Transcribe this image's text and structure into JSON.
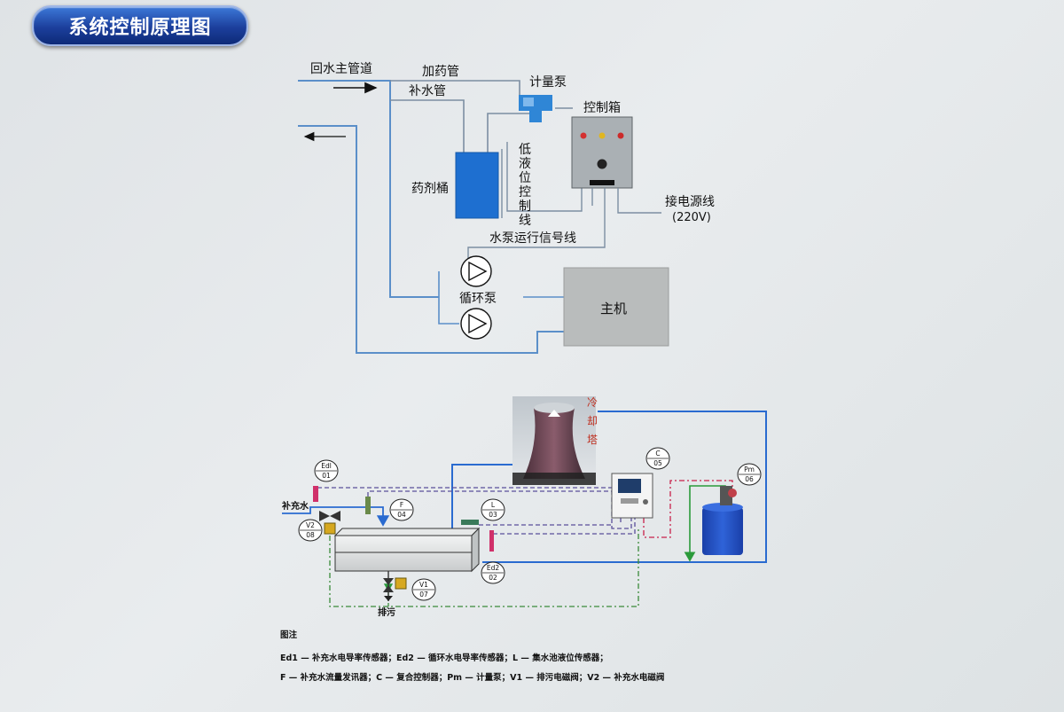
{
  "header": {
    "title": "系统控制原理图"
  },
  "top": {
    "return_main": "回水主管道",
    "dosing_pipe": "加药管",
    "makeup_pipe": "补水管",
    "metering_pump": "计量泵",
    "control_box": "控制箱",
    "chem_tank": "药剂桶",
    "low_level_line": [
      "低",
      "液",
      "位",
      "控",
      "制",
      "线"
    ],
    "power_line": "接电源线",
    "voltage": "(220V)",
    "pump_signal": "水泵运行信号线",
    "circ_pump": "循环泵",
    "host": "主机",
    "colors": {
      "pipe": "#5b8fc9",
      "control": "#7c8ea2",
      "tank": "#1e6fd0",
      "box": "#aab0b4",
      "host": "#b9bcbc"
    }
  },
  "bottom": {
    "tower": [
      "冷",
      "却",
      "塔"
    ],
    "makeup_water": "补充水",
    "drain": "排污",
    "sensors": {
      "ed1": {
        "code": "Edl",
        "num": "01"
      },
      "f": {
        "code": "F",
        "num": "04"
      },
      "l": {
        "code": "L",
        "num": "03"
      },
      "c": {
        "code": "C",
        "num": "05"
      },
      "pm": {
        "code": "Pm",
        "num": "06"
      },
      "v2": {
        "code": "V2",
        "num": "08"
      },
      "ed2": {
        "code": "Ed2",
        "num": "02"
      },
      "v1": {
        "code": "V1",
        "num": "07"
      }
    }
  },
  "legend": {
    "title": "图注",
    "line1": "Ed1 — 补充水电导率传感器；Ed2 — 循环水电导率传感器；L — 集水池液位传感器；",
    "line2": "F — 补充水流量发讯器；C — 复合控制器；Pm — 计量泵；V1 — 排污电磁阀；V2 — 补充水电磁阀"
  }
}
